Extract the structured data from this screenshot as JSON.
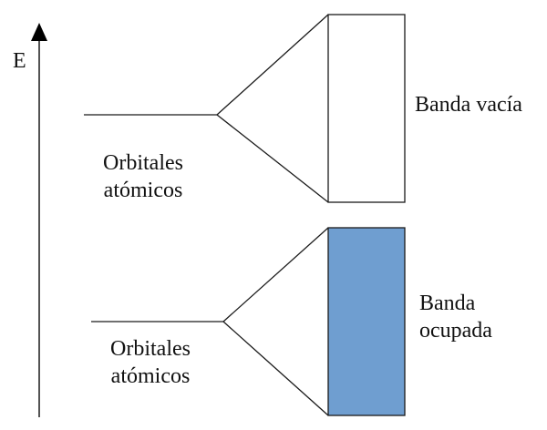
{
  "axis": {
    "label": "E"
  },
  "upper": {
    "orbital_label_line1": "Orbitales",
    "orbital_label_line2": "atómicos",
    "band_label": "Banda vacía",
    "band_state": "empty"
  },
  "lower": {
    "orbital_label_line1": "Orbitales",
    "orbital_label_line2": "atómicos",
    "band_label_line1": "Banda",
    "band_label_line2": "ocupada",
    "band_state": "filled"
  },
  "colors": {
    "line": "#1a1a1a",
    "filled_band": "#6f9ed0",
    "empty_band": "#ffffff"
  }
}
